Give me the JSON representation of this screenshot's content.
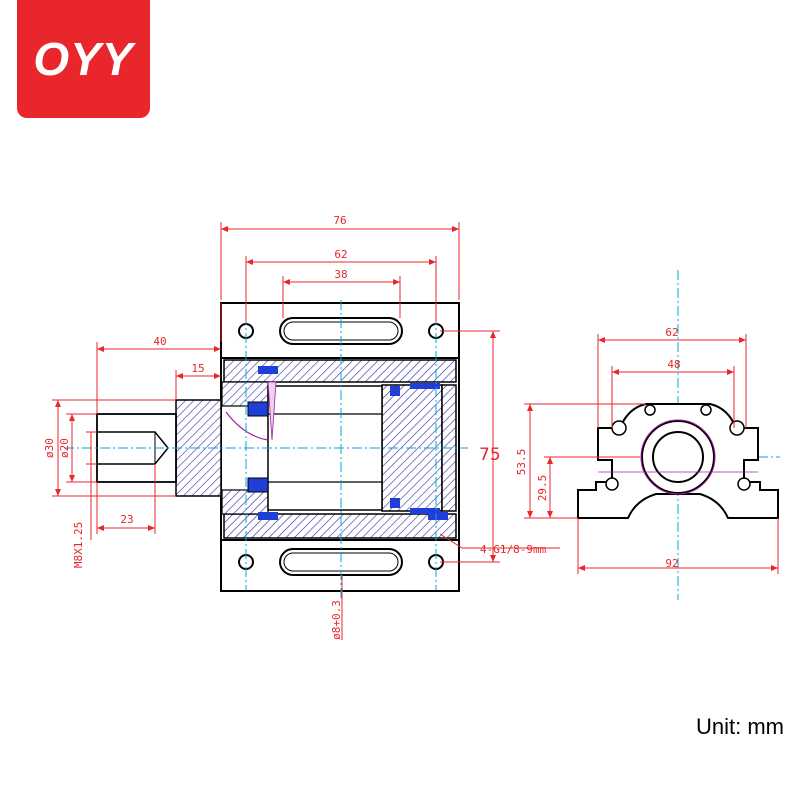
{
  "brand": {
    "logo_text": "OYY",
    "logo_color": "#e8262b"
  },
  "unit_label": "Unit: mm",
  "colors": {
    "outline": "#000000",
    "dimension": "#e8262b",
    "centerline": "#00aadd",
    "hatch": "#2a2aa8",
    "seal": "#1f3fd6",
    "accent": "#a020a0"
  },
  "front_view": {
    "dimensions": {
      "overall_width": "76",
      "mount_hole_spacing": "62",
      "slot_length": "38",
      "shaft_length": "40",
      "shaft_shoulder": "15",
      "thread_length": "23",
      "shaft_dia_large": "ø30",
      "shaft_dia_small": "ø20",
      "thread_spec": "M8X1.25",
      "height": "75",
      "oil_port": "4-G1/8-9mm",
      "mount_hole": "ø8+0.3"
    }
  },
  "side_view": {
    "dimensions": {
      "hole_spacing": "62",
      "boss_width": "48",
      "base_width": "92",
      "center_height": "53.5",
      "base_height": "29.5"
    }
  }
}
